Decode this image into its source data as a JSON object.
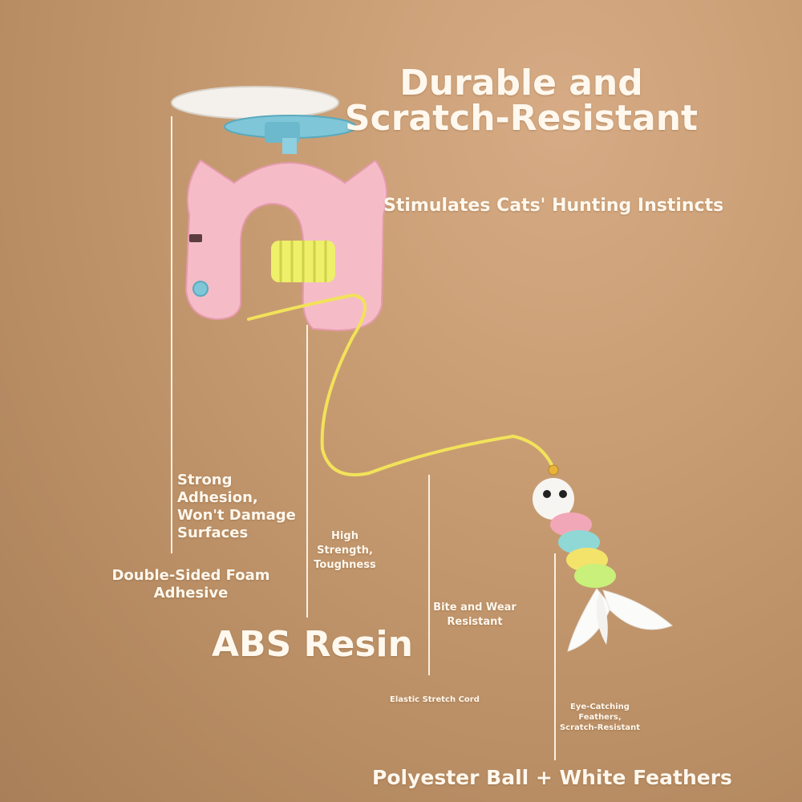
{
  "headline": [
    "Durable and",
    "Scratch-Resistant"
  ],
  "subheadline": "Stimulates Cats' Hunting Instincts",
  "labels": {
    "adhesion": [
      "Strong",
      "Adhesion,",
      "Won't Damage",
      "Surfaces"
    ],
    "foam": [
      "Double-Sided Foam",
      "Adhesive"
    ],
    "strength": [
      "High",
      "Strength,",
      "Toughness"
    ],
    "abs": "ABS Resin",
    "bite": [
      "Bite and Wear",
      "Resistant"
    ],
    "cord": "Elastic Stretch Cord",
    "feathers_note": [
      "Eye-Catching",
      "Feathers,",
      "Scratch-Resistant"
    ],
    "ball": "Polyester Ball + White Feathers"
  },
  "colors": {
    "background": "#c99d73",
    "text": "#fff8ee",
    "toy_body": "#f5bcc8",
    "spring": "#eef06a",
    "cord": "#f2e25a",
    "mount_disc": "#7fc7d8"
  }
}
